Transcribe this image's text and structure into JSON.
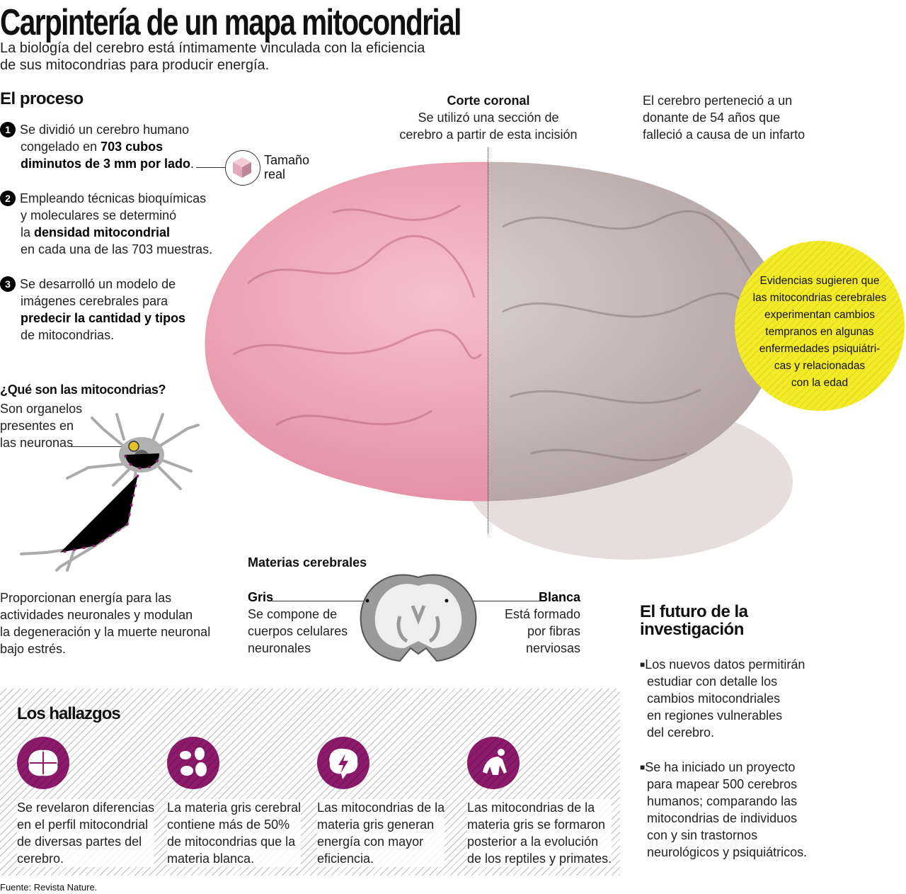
{
  "title": "Carpintería de un mapa mitocondrial",
  "subtitle": [
    "La biología del cerebro está íntimamente vinculada con la eficiencia",
    "de sus mitocondrias para producir energía."
  ],
  "process": {
    "heading": "El proceso",
    "step1": {
      "n": "1",
      "a": "Se dividió un cerebro humano",
      "b": "congelado en ",
      "c": "703 cubos",
      "d": "diminutos de 3 mm por lado",
      "e": "."
    },
    "step2": {
      "n": "2",
      "a": "Empleando técnicas bioquímicas",
      "b": "y moleculares se determinó",
      "c": "la ",
      "d": "densidad mitocondrial",
      "e": "en cada una de las 703 muestras."
    },
    "step3": {
      "n": "3",
      "a": "Se desarrolló un modelo de",
      "b": "imágenes cerebrales para",
      "c": "predecir la cantidad y tipos",
      "d": "de mitocondrias."
    },
    "cube_label": [
      "Tamaño",
      "real"
    ]
  },
  "coronal": {
    "title": "Corte coronal",
    "text": [
      "Se utilizó una sección de",
      "cerebro a partir de esta incisión"
    ]
  },
  "donor": [
    "El cerebro perteneció a un",
    "donante de 54 años que",
    "falleció a causa de un infarto"
  ],
  "evidence": [
    "Evidencias sugieren que",
    "las mitocondrias cerebrales",
    "experimentan cambios",
    "tempranos en algunas",
    "enfermedades psiquiátri-",
    "cas y relacionadas",
    "con la edad"
  ],
  "mito": {
    "heading": "¿Qué son las mitocondrias?",
    "text": [
      "Son organelos",
      "presentes en",
      "las neuronas"
    ],
    "energy": [
      "Proporcionan energía para las",
      "actividades neuronales y modulan",
      "la degeneración y la muerte neuronal",
      "bajo estrés."
    ]
  },
  "matter": {
    "heading": "Materias cerebrales",
    "gray": {
      "title": "Gris",
      "text": [
        "Se compone de",
        "cuerpos celulares",
        "neuronales"
      ]
    },
    "white": {
      "title": "Blanca",
      "text": [
        "Está formado",
        "por fibras",
        "nerviosas"
      ]
    }
  },
  "future": {
    "heading": [
      "El futuro de la",
      "investigación"
    ],
    "items": [
      [
        "Los nuevos datos permitirán",
        "estudiar con detalle los",
        "cambios mitocondriales",
        "en regiones vulnerables",
        "del cerebro."
      ],
      [
        "Se ha iniciado un proyecto",
        "para mapear 500 cerebros",
        "humanos; comparando las",
        "mitocondrias de individuos",
        "con y sin trastornos",
        "neurológicos y psiquiátricos."
      ]
    ]
  },
  "findings": {
    "heading": "Los hallazgos",
    "items": [
      {
        "icon": "brain-puzzle-icon",
        "text": [
          "Se revelaron diferencias",
          "en el perfil mitocondrial",
          "de diversas partes del",
          "cerebro."
        ]
      },
      {
        "icon": "cells-icon",
        "text": [
          "La materia gris cerebral",
          "contiene más de 50%",
          "de mitocondrias que la",
          "materia blanca."
        ]
      },
      {
        "icon": "brain-energy-icon",
        "text": [
          "Las mitocondrias de la",
          "materia gris generan",
          "energía con mayor",
          "eficiencia."
        ]
      },
      {
        "icon": "primate-icon",
        "text": [
          "Las mitocondrias de la",
          "materia gris se formaron",
          "posterior a la evolución",
          "de los reptiles y primates."
        ]
      }
    ]
  },
  "source": "Fuente: Revista Nature.",
  "colors": {
    "accent": "#8b1a6b",
    "yellow": "#f3ea2a",
    "brain_pink": "#f0a6b6",
    "brain_gray": "#c9bcba"
  }
}
